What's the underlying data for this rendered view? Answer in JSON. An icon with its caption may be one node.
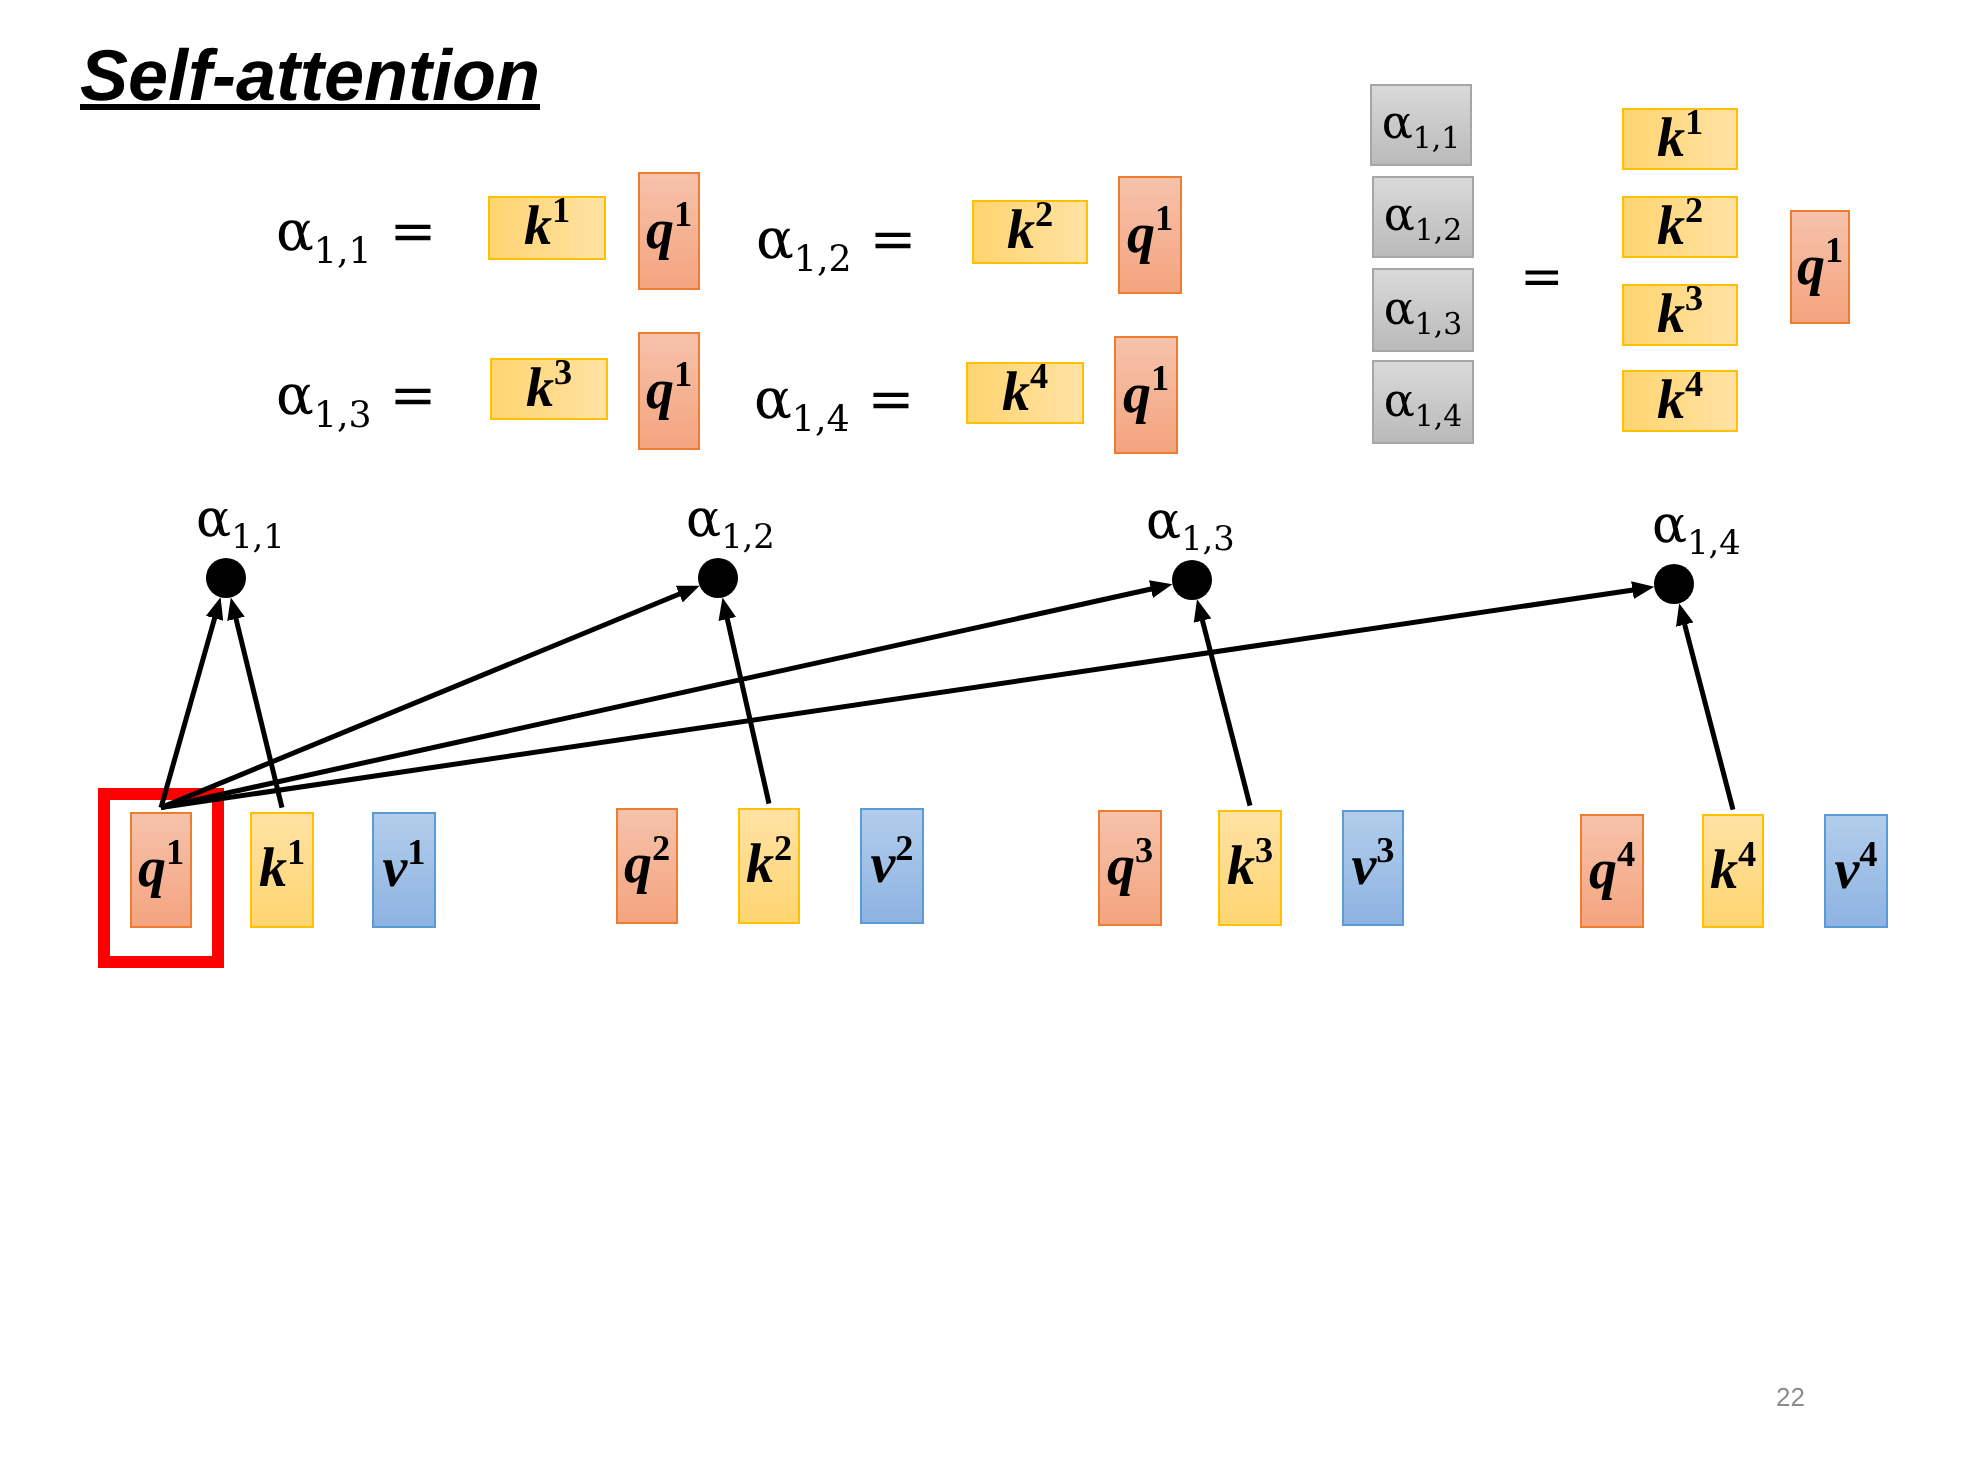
{
  "diagram": {
    "title": "Self-attention",
    "nodes": [
      {
        "text": [
          "k$^{1}$"
        ]
      },
      {
        "text": [
          "q$^{1}$"
        ]
      },
      {
        "text": [
          "k$^{2}$"
        ]
      },
      {
        "text": [
          "q$^{1}$"
        ]
      },
      {
        "text": [
          "k$^{3}$"
        ]
      },
      {
        "text": [
          "q$^{1}$"
        ]
      },
      {
        "text": [
          "k$^{4}$"
        ]
      },
      {
        "text": [
          "q$^{1}$"
        ]
      },
      {
        "text": [
          "α$_{1,1}$"
        ]
      },
      {
        "text": [
          "α$_{1,2}$"
        ]
      },
      {
        "text": [
          "α$_{1,3}$"
        ]
      },
      {
        "text": [
          "α$_{1,4}$"
        ]
      },
      {
        "text": [
          "k$^{1}$"
        ]
      },
      {
        "text": [
          "k$^{2}$"
        ]
      },
      {
        "text": [
          "k$^{3}$"
        ]
      },
      {
        "text": [
          "k$^{4}$"
        ]
      },
      {
        "text": [
          "q$^{1}$"
        ]
      },
      {
        "text": [],
        "shape": "circle",
        "beside": [
          "α$_{1,1}$"
        ]
      },
      {
        "text": [],
        "shape": "circle",
        "beside": [
          "α$_{1,2}$"
        ]
      },
      {
        "text": [],
        "shape": "circle",
        "beside": [
          "α$_{1,3}$"
        ]
      },
      {
        "text": [],
        "shape": "circle",
        "beside": [
          "α$_{1,4}$"
        ]
      },
      {
        "text": [
          "q$^{1}$"
        ]
      },
      {
        "text": [
          "k$^{1}$"
        ]
      },
      {
        "text": [
          "v$^{1}$"
        ]
      },
      {
        "text": [
          "q$^{2}$"
        ]
      },
      {
        "text": [
          "k$^{2}$"
        ]
      },
      {
        "text": [
          "v$^{2}$"
        ]
      },
      {
        "text": [
          "q$^{3}$"
        ]
      },
      {
        "text": [
          "k$^{3}$"
        ]
      },
      {
        "text": [
          "v$^{3}$"
        ]
      },
      {
        "text": [
          "q$^{4}$"
        ]
      },
      {
        "text": [
          "k$^{4}$"
        ]
      },
      {
        "text": [
          "v$^{4}$"
        ]
      }
    ],
    "edges": [
      {
        "from": 21,
        "to": 17,
        "arrow": "to"
      },
      {
        "from": 22,
        "to": 17,
        "arrow": "to"
      },
      {
        "from": 21,
        "to": 18,
        "arrow": "to"
      },
      {
        "from": 25,
        "to": 18,
        "arrow": "to"
      },
      {
        "from": 21,
        "to": 19,
        "arrow": "to"
      },
      {
        "from": 28,
        "to": 19,
        "arrow": "to"
      },
      {
        "from": 21,
        "to": 20,
        "arrow": "to"
      },
      {
        "from": 31,
        "to": 20,
        "arrow": "to"
      }
    ],
    "labels": [
      "α$_{1,1}$ =",
      "α$_{1,2}$ =",
      "=",
      "α$_{1,3}$ =",
      "α$_{1,4}$ =",
      "22"
    ]
  }
}
